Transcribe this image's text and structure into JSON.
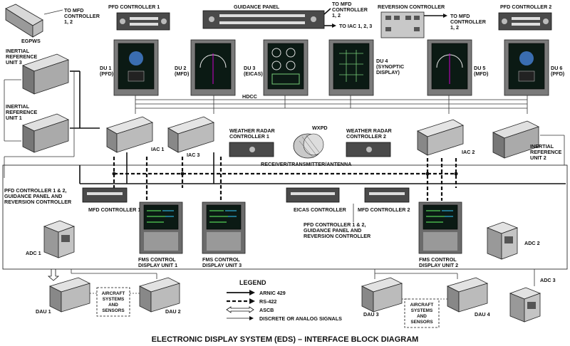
{
  "title": "ELECTRONIC DISPLAY SYSTEM (EDS) – INTERFACE BLOCK DIAGRAM",
  "top": {
    "egpws": "EGPWS",
    "to_mfd_1": [
      "TO MFD",
      "CONTROLLER",
      "1, 2"
    ],
    "pfd_ctrl_1": "PFD CONTROLLER 1",
    "guidance_panel": "GUIDANCE PANEL",
    "to_mfd_2": [
      "TO MFD",
      "CONTROLLER",
      "1, 2"
    ],
    "to_iac": "TO IAC 1, 2, 3",
    "reversion_ctrl": "REVERSION CONTROLLER",
    "to_mfd_3": [
      "TO MFD",
      "CONTROLLER",
      "1, 2"
    ],
    "pfd_ctrl_2": "PFD CONTROLLER 2"
  },
  "displays": {
    "du1": [
      "DU 1",
      "(PFD)"
    ],
    "du2": [
      "DU 2",
      "(MFD)"
    ],
    "du3": [
      "DU 3",
      "(EICAS)"
    ],
    "du4": [
      "DU 4",
      "(SYNOPTIC",
      "DISPLAY)"
    ],
    "du5": [
      "DU 5",
      "(MFD)"
    ],
    "du6": [
      "DU 6",
      "(PFD)"
    ],
    "hdcc": "HDCC"
  },
  "left": {
    "iru3": [
      "INERTIAL",
      "REFERENCE",
      "UNIT 3"
    ],
    "iru1": [
      "INERTIAL",
      "REFERENCE",
      "UNIT 1"
    ]
  },
  "middle": {
    "iac1": "IAC 1",
    "iac3": "IAC 3",
    "iac2": "IAC 2",
    "iru2": [
      "INERTIAL",
      "REFERENCE",
      "UNIT 2"
    ],
    "wxpd": "WXPD",
    "wx_ctrl_1": [
      "WEATHER RADAR",
      "CONTROLLER 1"
    ],
    "wx_ctrl_2": [
      "WEATHER RADAR",
      "CONTROLLER 2"
    ],
    "rta": "RECEIVER/TRANSMITTER/ANTENNA"
  },
  "lower": {
    "pfd_note_left": [
      "PFD CONTROLLER 1 & 2,",
      "GUIDANCE PANEL AND",
      "REVERSION CONTROLLER"
    ],
    "mfd_ctrl_1": "MFD CONTROLLER 1",
    "eicas_ctrl": "EICAS CONTROLLER",
    "mfd_ctrl_2": "MFD CONTROLLER 2",
    "pfd_note_right": [
      "PFD CONTROLLER 1 & 2,",
      "GUIDANCE PANEL AND",
      "REVERSION CONTROLLER"
    ],
    "adc1": "ADC 1",
    "adc2": "ADC 2",
    "adc3": "ADC 3",
    "fms1": [
      "FMS CONTROL",
      "DISPLAY UNIT 1"
    ],
    "fms3": [
      "FMS CONTROL",
      "DISPLAY UNIT 3"
    ],
    "fms2": [
      "FMS CONTROL",
      "DISPLAY UNIT 2"
    ]
  },
  "bottom": {
    "dau1": "DAU 1",
    "dau2": "DAU 2",
    "dau3": "DAU 3",
    "dau4": "DAU 4",
    "sensors_left": [
      "AIRCRAFT",
      "SYSTEMS",
      "AND",
      "SENSORS"
    ],
    "sensors_right": [
      "AIRCRAFT",
      "SYSTEMS",
      "AND",
      "SENSORS"
    ]
  },
  "legend": {
    "title": "LEGEND",
    "items": [
      "ARNIC 429",
      "RS-422",
      "ASCB",
      "DISCRETE OR ANALOG SIGNALS"
    ]
  }
}
